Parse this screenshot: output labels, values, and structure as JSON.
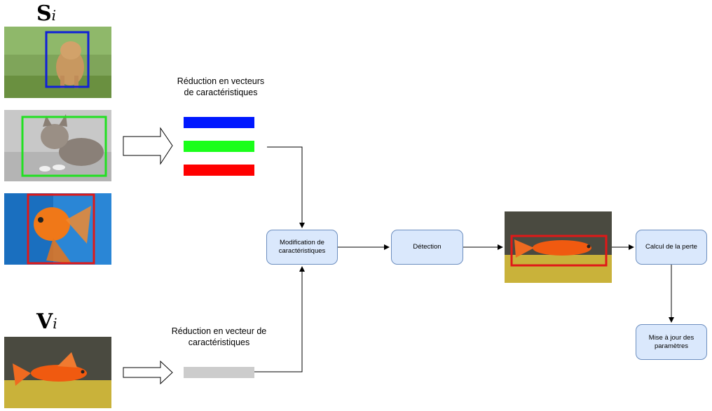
{
  "support_label": {
    "symbol": "S",
    "subscript": "i"
  },
  "query_label": {
    "symbol": "V",
    "subscript": "i"
  },
  "caption_support": {
    "line1": "Réduction en vecteurs",
    "line2": "de caractéristiques"
  },
  "caption_query": {
    "line1": "Réduction en vecteur de",
    "line2": "caractéristiques"
  },
  "boxes": {
    "modification": "Modification de caractéristiques",
    "detection": "Détection",
    "loss": "Calcul de la perte",
    "update": "Mise à jour des paramètres"
  },
  "colors": {
    "vector_blue": "#0018ff",
    "vector_green": "#1aff1a",
    "vector_red": "#ff0000",
    "vector_gray": "#cccccc",
    "bbox_dog": "#1020d8",
    "bbox_cat": "#22e022",
    "bbox_fish": "#e01818",
    "box_fill": "#dae8fc",
    "box_border": "#6c8ebf"
  },
  "images": {
    "dog": "dog-photo",
    "cat": "kitten-photo",
    "goldfish": "goldfish-photo",
    "query_fish": "goldfish-query-photo",
    "result_fish": "goldfish-detection-photo"
  }
}
